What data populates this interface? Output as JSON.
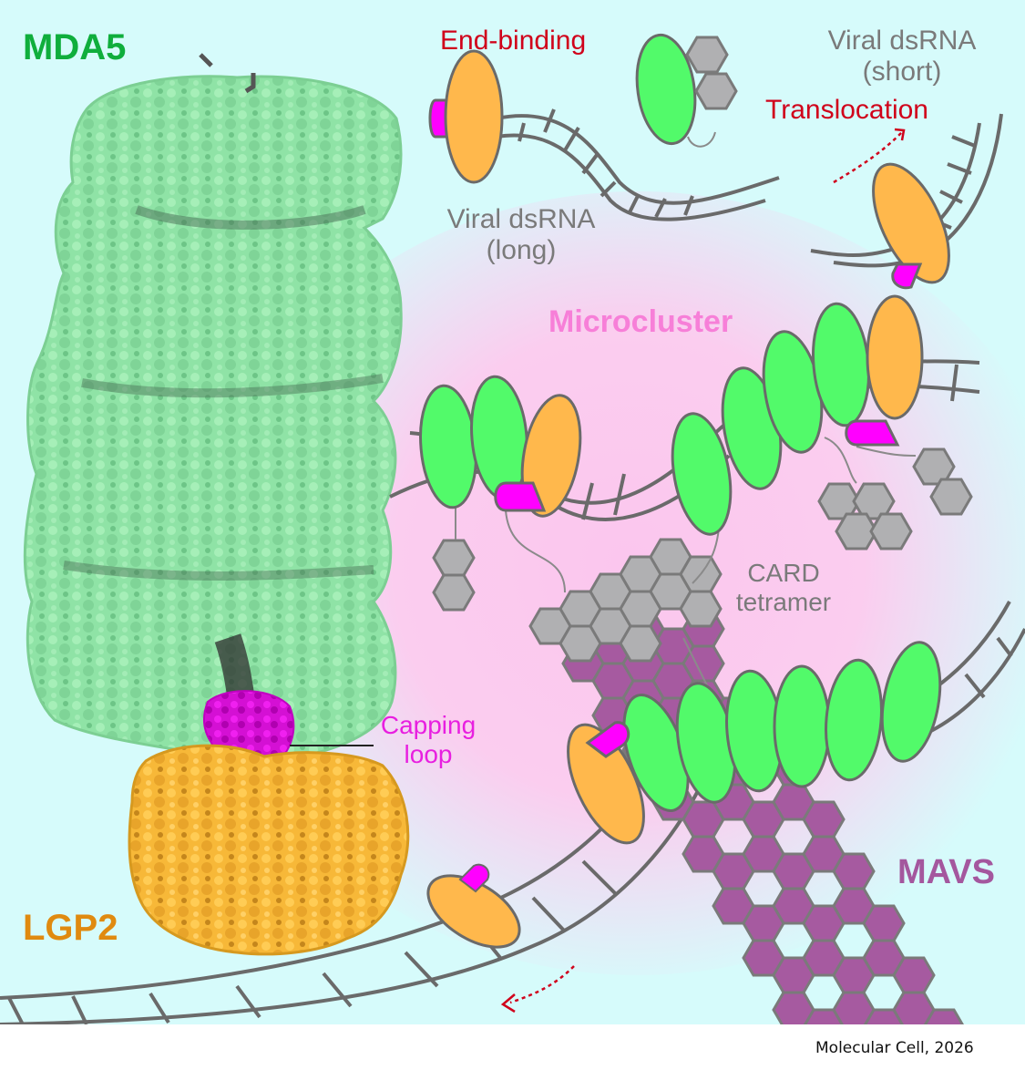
{
  "figure": {
    "labels": {
      "mda5": "MDA5",
      "lgp2": "LGP2",
      "mavs": "MAVS",
      "microcluster": "Microcluster",
      "end_binding": "End-binding",
      "translocation": "Translocation",
      "viral_long_1": "Viral dsRNA",
      "viral_long_2": "(long)",
      "viral_short_1": "Viral dsRNA",
      "viral_short_2": "(short)",
      "card_1": "CARD",
      "card_2": "tetramer",
      "capping_1": "Capping",
      "capping_2": "loop"
    },
    "citation": "Molecular Cell, 2026",
    "colors": {
      "background": "#d6fbfb",
      "microcluster_glow": "#fbc8ee",
      "mda5": "#52fa6a",
      "mda5_surface": "#8fe3a6",
      "lgp2": "#ffb84c",
      "lgp2_surface": "#f7b838",
      "capping_loop": "#ff00ff",
      "card": "#b0b0b2",
      "mavs": "#a65aa0",
      "rna": "#6a6a6a",
      "arrow": "#d0021b"
    }
  }
}
